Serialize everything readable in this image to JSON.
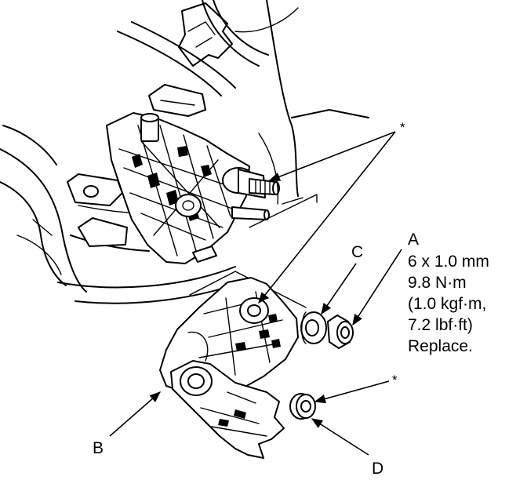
{
  "labels": {
    "A": "A",
    "B": "B",
    "C": "C",
    "D": "D",
    "star_top": "*",
    "star_bottom": "*"
  },
  "spec_lines": [
    "6 x 1.0 mm",
    "9.8 N·m",
    "(1.0 kgf·m,",
    "7.2 lbf·ft)",
    "Replace."
  ]
}
